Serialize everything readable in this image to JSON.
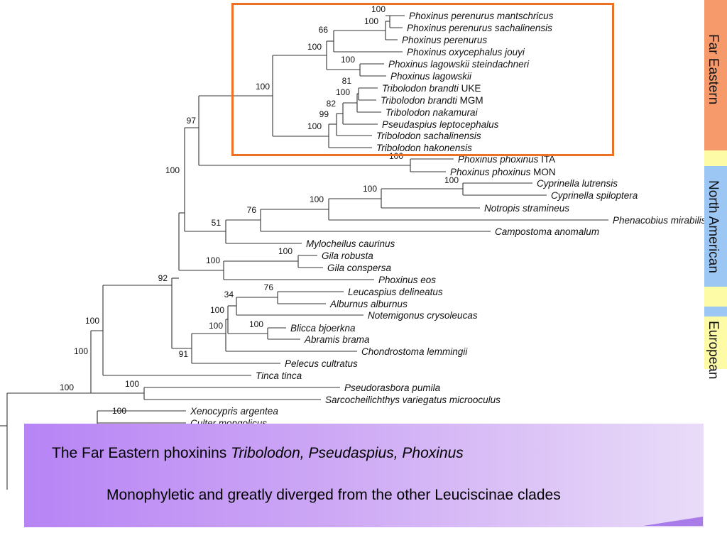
{
  "taxa": [
    {
      "sp": "Phoxinus perenurus mantschricus",
      "suffix": ""
    },
    {
      "sp": "Phoxinus perenurus sachalinensis",
      "suffix": ""
    },
    {
      "sp": "Phoxinus perenurus",
      "suffix": ""
    },
    {
      "sp": "Phoxinus oxycephalus jouyi",
      "suffix": ""
    },
    {
      "sp": "Phoxinus lagowskii steindachneri",
      "suffix": ""
    },
    {
      "sp": "Phoxinus lagowskii",
      "suffix": ""
    },
    {
      "sp": "Tribolodon brandti",
      "suffix": " UKE"
    },
    {
      "sp": "Tribolodon brandti",
      "suffix": " MGM"
    },
    {
      "sp": "Tribolodon nakamurai",
      "suffix": ""
    },
    {
      "sp": "Pseudaspius leptocephalus",
      "suffix": ""
    },
    {
      "sp": "Tribolodon sachalinensis",
      "suffix": ""
    },
    {
      "sp": "Tribolodon hakonensis",
      "suffix": ""
    },
    {
      "sp": "Phoxinus phoxinus",
      "suffix": " ITA"
    },
    {
      "sp": "Phoxinus phoxinus",
      "suffix": " MON"
    },
    {
      "sp": "Cyprinella lutrensis",
      "suffix": ""
    },
    {
      "sp": "Cyprinella spiloptera",
      "suffix": ""
    },
    {
      "sp": "Notropis stramineus",
      "suffix": ""
    },
    {
      "sp": "Phenacobius mirabilis",
      "suffix": ""
    },
    {
      "sp": "Campostoma anomalum",
      "suffix": ""
    },
    {
      "sp": "Mylocheilus caurinus",
      "suffix": ""
    },
    {
      "sp": "Gila robusta",
      "suffix": ""
    },
    {
      "sp": "Gila conspersa",
      "suffix": ""
    },
    {
      "sp": "Phoxinus eos",
      "suffix": ""
    },
    {
      "sp": "Leucaspius delineatus",
      "suffix": ""
    },
    {
      "sp": "Alburnus alburnus",
      "suffix": ""
    },
    {
      "sp": "Notemigonus crysoleucas",
      "suffix": ""
    },
    {
      "sp": "Blicca bjoerkna",
      "suffix": ""
    },
    {
      "sp": "Abramis brama",
      "suffix": ""
    },
    {
      "sp": "Chondrostoma lemmingii",
      "suffix": ""
    },
    {
      "sp": "Pelecus cultratus",
      "suffix": ""
    },
    {
      "sp": "Tinca tinca",
      "suffix": ""
    },
    {
      "sp": "Pseudorasbora pumila",
      "suffix": ""
    },
    {
      "sp": "Sarcocheilichthys variegatus microoculus",
      "suffix": ""
    },
    {
      "sp": "Xenocypris argentea",
      "suffix": ""
    },
    {
      "sp": "Culter mongolicus",
      "suffix": ""
    }
  ],
  "support_values": [
    "100",
    "100",
    "66",
    "100",
    "100",
    "100",
    "81",
    "100",
    "82",
    "99",
    "100",
    "97",
    "100",
    "100",
    "100",
    "100",
    "76",
    "51",
    "100",
    "100",
    "100",
    "76",
    "34",
    "100",
    "100",
    "100",
    "91",
    "92",
    "100",
    "100",
    "100"
  ],
  "regions": [
    {
      "name": "Far Eastern",
      "color": "#f79a6b"
    },
    {
      "name": "",
      "color": "#fdfba6"
    },
    {
      "name": "North American",
      "color": "#9cc7f5"
    },
    {
      "name": "",
      "color": "#fdfba6"
    },
    {
      "name": "",
      "color": "#9cc7f5"
    },
    {
      "name": "European",
      "color": "#fdfba6"
    }
  ],
  "highlight_color": "#ec7125",
  "callout": {
    "line1_prefix": "The Far Eastern phoxinins ",
    "line1_genera": "Tribolodon, Pseudaspius, Phoxinus",
    "line2": "Monophyletic and greatly diverged from the other Leuciscinae clades"
  }
}
